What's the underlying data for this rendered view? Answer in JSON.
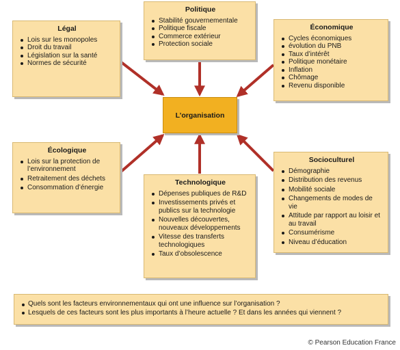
{
  "center": {
    "label": "L’organisation"
  },
  "boxes": {
    "legal": {
      "title": "Légal",
      "items": [
        "Lois sur les monopoles",
        "Droit du travail",
        "Législation sur la santé",
        "Normes de sécurité"
      ]
    },
    "politique": {
      "title": "Politique",
      "items": [
        "Stabilité gouvernementale",
        "Politique fiscale",
        "Commerce extérieur",
        "Protection sociale"
      ]
    },
    "economique": {
      "title": "Économique",
      "items": [
        "Cycles économiques",
        "évolution du PNB",
        "Taux d’intérêt",
        "Politique monétaire",
        "Inflation",
        "Chômage",
        "Revenu disponible"
      ]
    },
    "ecologique": {
      "title": "Écologique",
      "items": [
        "Lois sur la protection de l’environnement",
        "Retraitement des déchets",
        "Consommation d’énergie"
      ]
    },
    "technologique": {
      "title": "Technologique",
      "items": [
        "Dépenses publiques de R&D",
        "Investissements privés et publics sur la technologie",
        "Nouvelles découvertes, nouveaux développements",
        "Vitesse des transferts technologiques",
        "Taux d’obsolescence"
      ]
    },
    "socioculturel": {
      "title": "Socioculturel",
      "items": [
        "Démographie",
        "Distribution des revenus",
        "Mobilité sociale",
        "Changements de modes de vie",
        "Attitude par rapport au loisir et au travail",
        "Consumérisme",
        "Niveau d’éducation"
      ]
    }
  },
  "questions": [
    "Quels sont les facteurs environnementaux qui ont une influence sur l’organisation ?",
    "Lesquels de ces facteurs sont les plus importants à l’heure actuelle ? Et dans les années qui viennent ?"
  ],
  "copyright": "© Pearson Education France",
  "colors": {
    "box_fill": "#fbe0a6",
    "center_fill": "#f2b021",
    "arrow": "#b03028"
  }
}
